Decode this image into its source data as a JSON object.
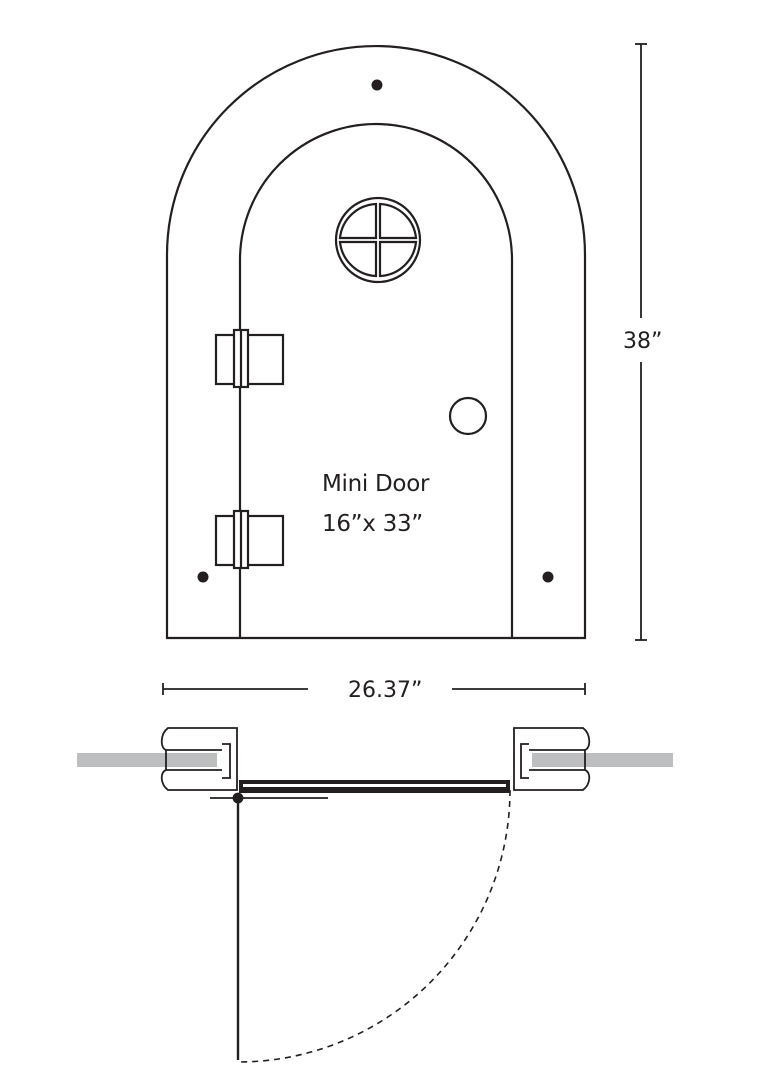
{
  "door": {
    "name": "Mini Door",
    "size": "16”x 33”"
  },
  "dimensions": {
    "height": "38”",
    "width": "26.37”"
  },
  "colors": {
    "line": "#231f20",
    "wall": "#bcbec0",
    "background": "#ffffff"
  }
}
